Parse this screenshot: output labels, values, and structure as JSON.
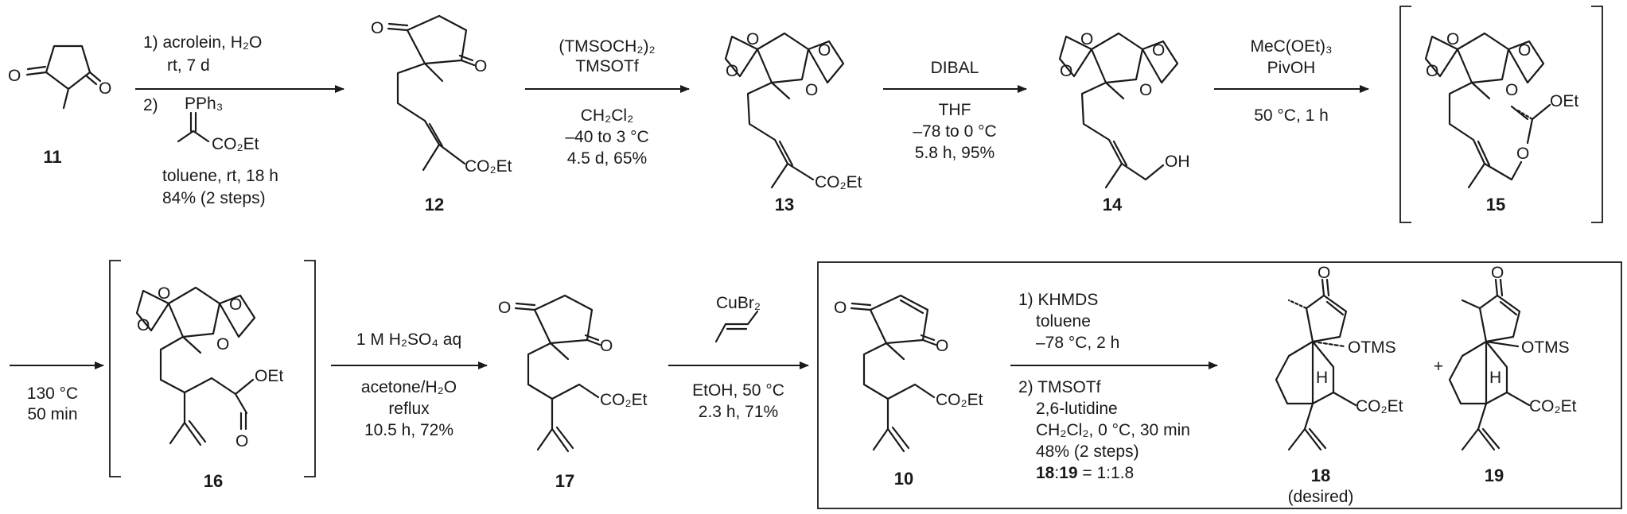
{
  "compounds": {
    "c11": "11",
    "c12": "12",
    "c13": "13",
    "c14": "14",
    "c15": "15",
    "c16": "16",
    "c17": "17",
    "c10": "10",
    "c18": "18",
    "c18_note": "(desired)",
    "c19": "19"
  },
  "steps": {
    "s1": {
      "l1": "1) acrolein, H₂O",
      "l2": "rt, 7 d",
      "l3": "2)",
      "ylide_top": "PPh₃",
      "ylide_ester": "CO₂Et",
      "l4": "toluene, rt, 18 h",
      "l5": "84% (2 steps)"
    },
    "s2": {
      "l1": "(TMSOCH₂)₂",
      "l2": "TMSOTf",
      "l3": "CH₂Cl₂",
      "l4": "–40 to 3 °C",
      "l5": "4.5 d, 65%"
    },
    "s3": {
      "l1": "DIBAL",
      "l2": "THF",
      "l3": "–78 to 0 °C",
      "l4": "5.8 h, 95%"
    },
    "s4": {
      "l1": "MeC(OEt)₃",
      "l2": "PivOH",
      "l3": "50 °C, 1 h"
    },
    "s5": {
      "l1": "130 °C",
      "l2": "50 min"
    },
    "s6": {
      "l1": "1 M H₂SO₄ aq",
      "l2": "acetone/H₂O",
      "l3": "reflux",
      "l4": "10.5 h, 72%"
    },
    "s7": {
      "l1": "CuBr₂",
      "l2": "EtOH, 50 °C",
      "l3": "2.3 h, 71%"
    },
    "s8": {
      "l1": "1) KHMDS",
      "l2": "toluene",
      "l3": "–78 °C, 2 h",
      "l4": "2) TMSOTf",
      "l5": "2,6-lutidine",
      "l6": "CH₂Cl₂, 0 °C, 30 min",
      "l7": "48% (2 steps)",
      "l8_a": "18",
      "l8_sep": ":",
      "l8_b": "19",
      "l8_rest": " = 1:1.8"
    }
  },
  "atoms": {
    "O": "O",
    "H": "H",
    "OH": "OH",
    "OEt": "OEt",
    "CO2Et": "CO₂Et",
    "OTMS": "OTMS",
    "plus": "+"
  }
}
